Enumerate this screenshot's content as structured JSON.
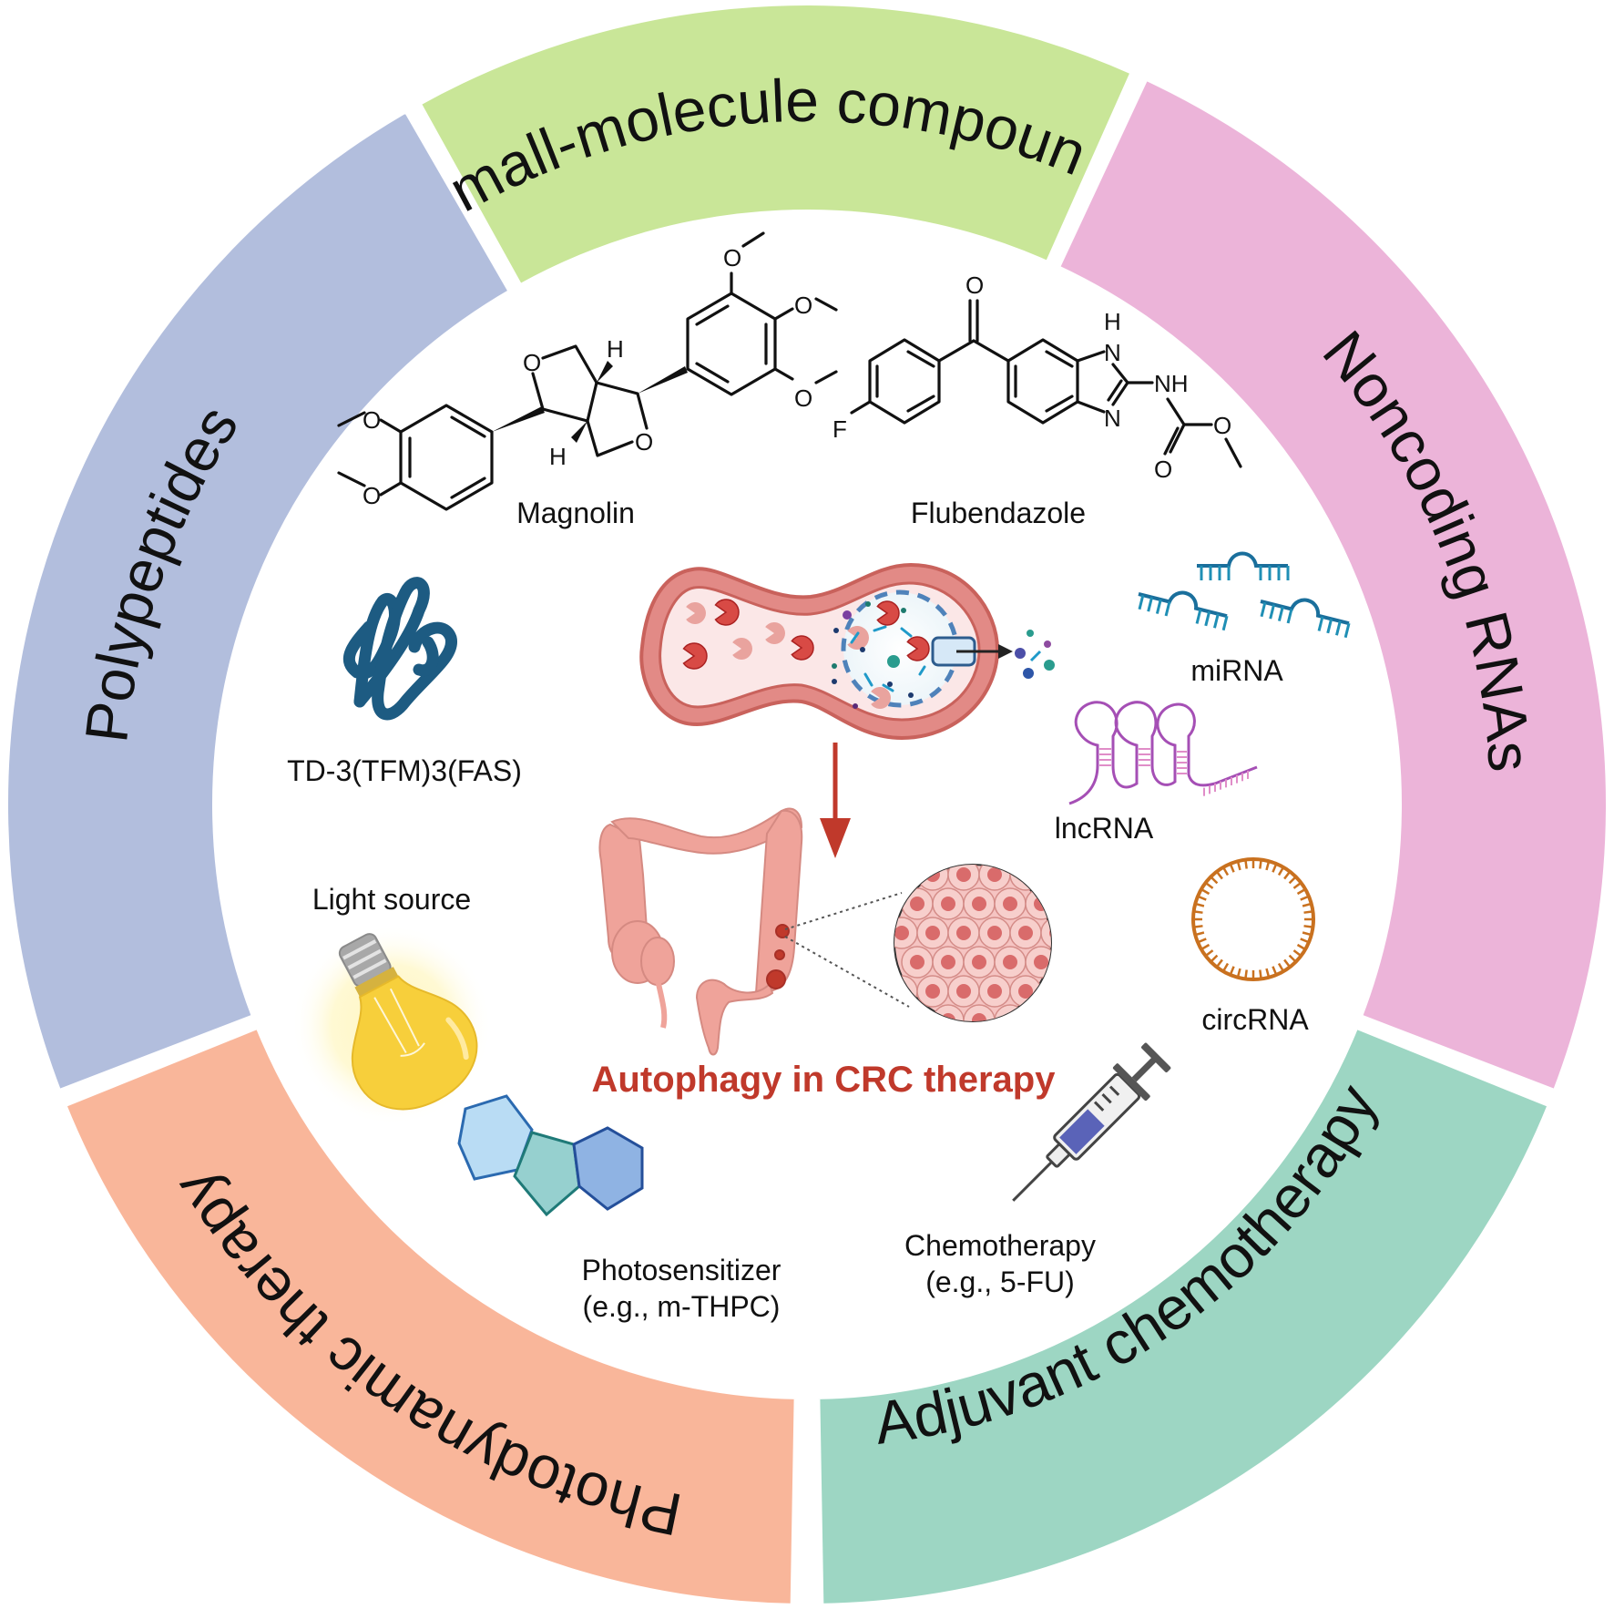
{
  "figure": {
    "title": "Autophagy in CRC therapy",
    "title_color": "#c0392b"
  },
  "ring": {
    "segments": [
      {
        "id": "small-molecule",
        "label": "Small-molecule compounds",
        "color": "#c9e698"
      },
      {
        "id": "noncoding-rnas",
        "label": "Noncoding RNAs",
        "color": "#ecb4d9"
      },
      {
        "id": "adjuvant-chemo",
        "label": "Adjuvant chemotherapy",
        "color": "#9dd6c3"
      },
      {
        "id": "photodynamic",
        "label": "Photodynamic therapy",
        "color": "#f9b69a"
      },
      {
        "id": "polypeptides",
        "label": "Polypeptides",
        "color": "#b2bedd"
      }
    ]
  },
  "items": {
    "magnolin": {
      "label": "Magnolin"
    },
    "flubendazole": {
      "label": "Flubendazole"
    },
    "polypeptide": {
      "label": "TD-3(TFM)3(FAS)",
      "color": "#1d5b82"
    },
    "mirna": {
      "label": "miRNA",
      "color": "#1a6f9c"
    },
    "lncrna": {
      "label": "lncRNA",
      "color": "#a54fb5"
    },
    "circrna": {
      "label": "circRNA",
      "color": "#c9711f"
    },
    "light": {
      "label": "Light source"
    },
    "photosensitizer": {
      "label_line1": "Photosensitizer",
      "label_line2": "(e.g., m-THPC)"
    },
    "chemotherapy": {
      "label_line1": "Chemotherapy",
      "label_line2": "(e.g., 5-FU)"
    }
  },
  "atoms": {
    "O": "O",
    "H": "H",
    "F": "F",
    "N": "N",
    "NH": "NH"
  }
}
